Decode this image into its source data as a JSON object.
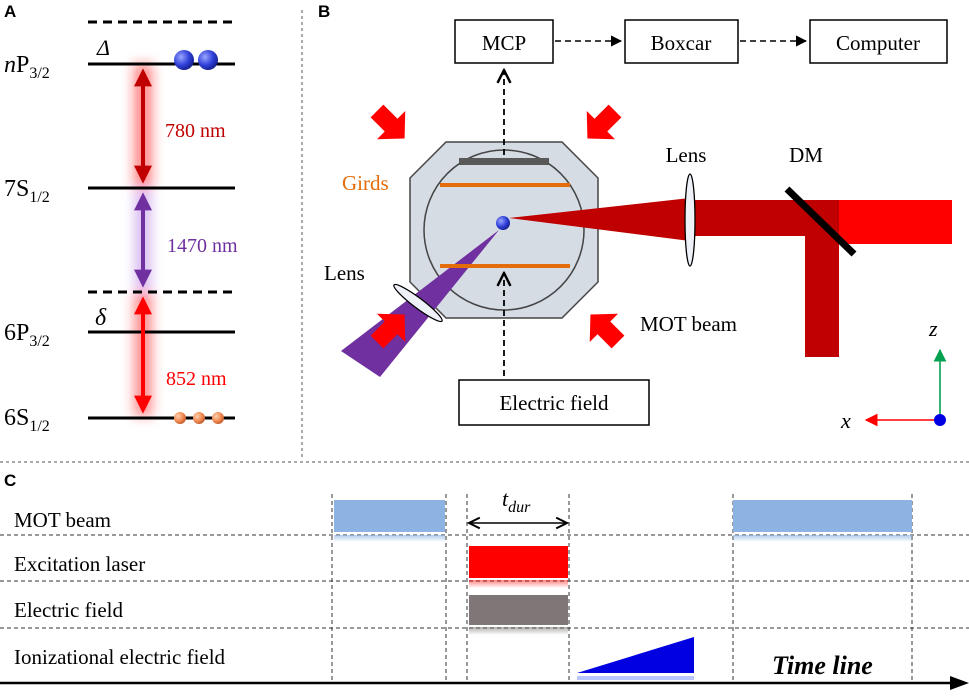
{
  "panels": {
    "a": "A",
    "b": "B",
    "c": "C"
  },
  "panel_a": {
    "levels": {
      "np": {
        "main": "n",
        "rest": "P",
        "sub": "3/2"
      },
      "s7": {
        "main": "7S",
        "sub": "1/2"
      },
      "p6": {
        "main": "6P",
        "sub": "3/2"
      },
      "s6": {
        "main": "6S",
        "sub": "1/2"
      }
    },
    "detunings": {
      "large": "Δ",
      "small": "δ"
    },
    "wavelengths": {
      "w780": "780 nm",
      "w1470": "1470 nm",
      "w852": "852 nm"
    }
  },
  "panel_b": {
    "boxes": {
      "mcp": "MCP",
      "boxcar": "Boxcar",
      "computer": "Computer",
      "efield": "Electric field"
    },
    "labels": {
      "grids": "Girds",
      "lens_right": "Lens",
      "lens_left": "Lens",
      "dm": "DM",
      "mot": "MOT beam"
    },
    "axes": {
      "z": "z",
      "x": "x"
    }
  },
  "panel_c": {
    "rows": [
      "MOT beam",
      "Excitation laser",
      "Electric field",
      "Ionizational electric field"
    ],
    "tdur": {
      "t": "t",
      "sub": "dur"
    },
    "timeline": "Time line"
  },
  "colors": {
    "mot_pulse": "#8db3e2",
    "laser_pulse": "#ff0000",
    "efield_pulse": "#7f7777",
    "ramp": "#0000e0",
    "beam_red": "#ff0000",
    "beam_dark_red": "#c00000",
    "beam_purple": "#7030a0",
    "arrow_780": "#c00000",
    "arrow_1470": "#7030a0",
    "arrow_852": "#ff0000",
    "grids": "#e46c0a",
    "text_780": "#c00000",
    "text_1470": "#7030a0",
    "text_852": "#ff0000"
  }
}
